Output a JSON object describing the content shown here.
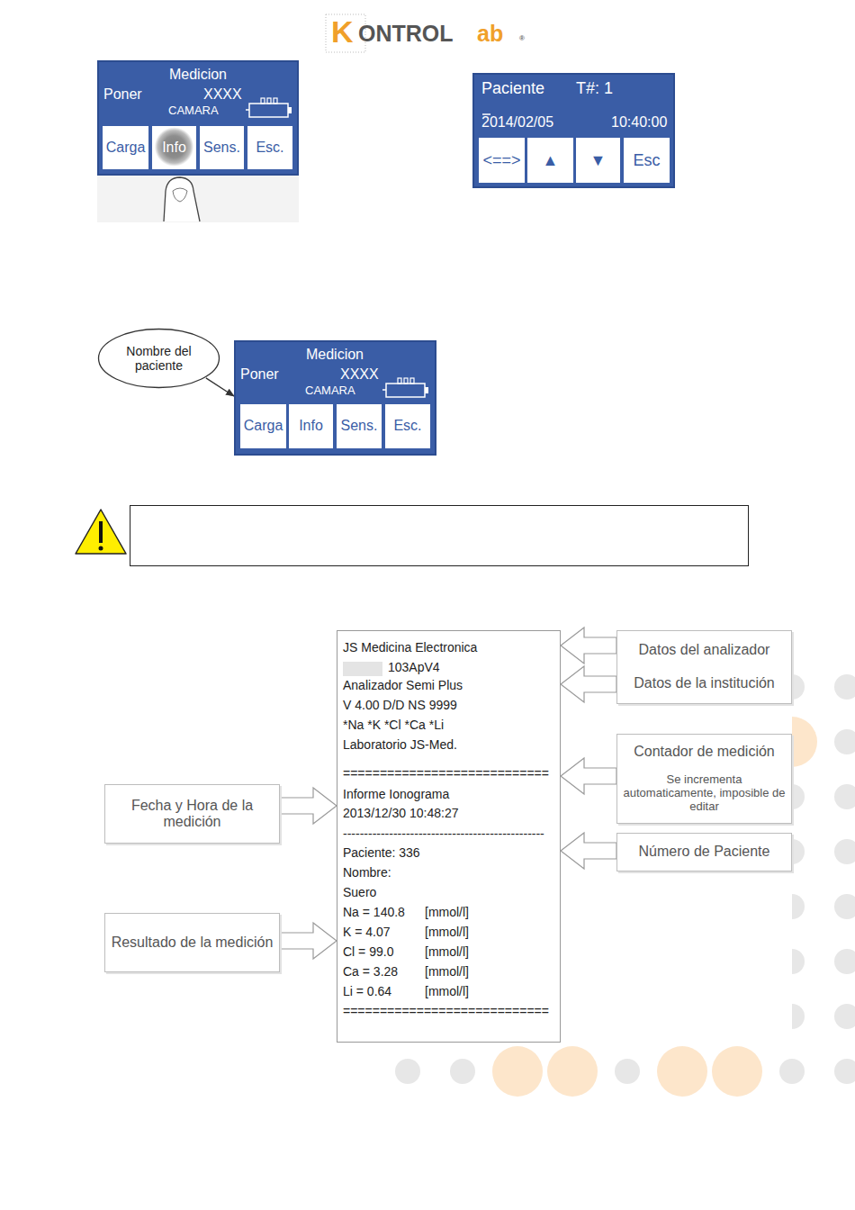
{
  "diagram": {
    "nodes": [
      {
        "text": [
          "Medicion",
          "Poner",
          "XXXX",
          "CAMARA"
        ]
      },
      {
        "text": [
          "Carga"
        ],
        "in": 0
      },
      {
        "text": [
          "Info"
        ],
        "in": 0
      },
      {
        "text": [
          "Sens."
        ],
        "in": 0
      },
      {
        "text": [
          "Esc."
        ],
        "in": 0
      },
      {
        "text": [
          "Paciente",
          "T#: 1",
          "2014/02/05",
          "10:40:00"
        ]
      },
      {
        "text": [
          "<==>"
        ],
        "in": 5
      },
      {
        "text": [
          "▲"
        ],
        "in": 5
      },
      {
        "text": [
          "▼"
        ],
        "in": 5
      },
      {
        "text": [
          "Esc"
        ],
        "in": 5
      },
      {
        "text": [
          "Nombre del paciente"
        ]
      },
      {
        "text": [
          "Medicion",
          "Poner",
          "XXXX",
          "CAMARA"
        ]
      },
      {
        "text": [
          "Carga"
        ],
        "in": 11
      },
      {
        "text": [
          "Info"
        ],
        "in": 11
      },
      {
        "text": [
          "Sens."
        ],
        "in": 11
      },
      {
        "text": [
          "Esc."
        ],
        "in": 11
      },
      {
        "text": [
          "JS Medicina Electronica",
          "103ApV4",
          "Analizador Semi Plus",
          "V 4.00 D/D NS 9999",
          "*Na *K *Cl *Ca *Li",
          "Laboratorio JS-Med.",
          "============================",
          "Informe Ionograma",
          "2013/12/30 10:48:27",
          "------------------------------------------------",
          "Paciente: 336",
          "Nombre:",
          "Suero",
          "Na = 140.8",
          "[mmol/l]",
          "K = 4.07",
          "[mmol/l]",
          "Cl = 99.0",
          "[mmol/l]",
          "Ca = 3.28",
          "[mmol/l]",
          "Li = 0.64",
          "[mmol/l]",
          "============================"
        ]
      },
      {
        "text": [
          "Datos del analizador",
          "Datos de la institución"
        ]
      },
      {
        "text": [
          "Contador de medición",
          "Se incrementa automaticamente, imposible de editar"
        ]
      },
      {
        "text": [
          "Número de Paciente"
        ]
      },
      {
        "text": [
          "Fecha y Hora de la medición"
        ]
      },
      {
        "text": [
          "Resultado de la medición"
        ]
      }
    ],
    "edges": [
      {
        "from": 10,
        "to": 11,
        "arrow": "to"
      },
      {
        "from": 17,
        "to": 16,
        "arrow": "to"
      },
      {
        "from": 17,
        "to": 16,
        "arrow": "to"
      },
      {
        "from": 18,
        "to": 16,
        "arrow": "to"
      },
      {
        "from": 19,
        "to": 16,
        "arrow": "to"
      },
      {
        "from": 20,
        "to": 16,
        "arrow": "to"
      },
      {
        "from": 21,
        "to": 16,
        "arrow": "to"
      }
    ],
    "labels": [
      "K",
      "ONTROL",
      "ab",
      "®"
    ]
  }
}
